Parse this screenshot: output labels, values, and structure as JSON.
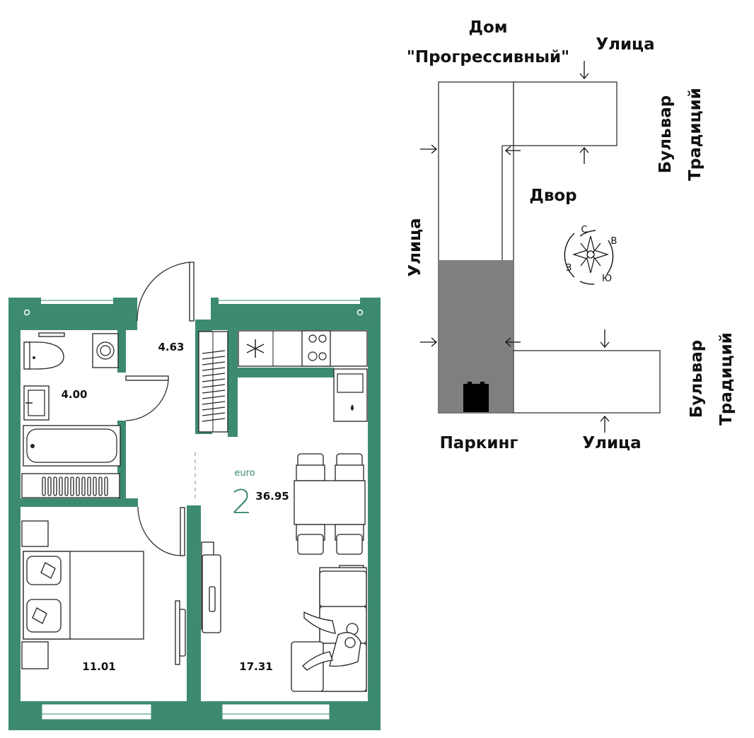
{
  "colors": {
    "wall": "#3d8a72",
    "parking": "#7f7f7f",
    "entrance_marker": "#000000",
    "text": "#111111",
    "accent_text": "#3d8a72"
  },
  "plan": {
    "rooms": [
      {
        "id": "hall",
        "area": "4.63"
      },
      {
        "id": "bathroom",
        "area": "4.00"
      },
      {
        "id": "bedroom",
        "area": "11.01"
      },
      {
        "id": "kitchen_living",
        "area": "17.31"
      }
    ],
    "apartment": {
      "type_label": "euro",
      "rooms_count": "2",
      "total_area": "36.95"
    }
  },
  "site_map": {
    "house_name_line1": "Дом",
    "house_name_line2": "\"Прогрессивный\"",
    "street_top": "Улица",
    "street_left": "Улица",
    "street_bottom": "Улица",
    "boulevard_top_line1": "Бульвар",
    "boulevard_top_line2": "Традиций",
    "boulevard_bottom_line1": "Бульвар",
    "boulevard_bottom_line2": "Традиций",
    "yard": "Двор",
    "parking": "Паркинг",
    "compass": {
      "north": "С",
      "east": "В",
      "south": "Ю",
      "west": "З"
    }
  },
  "icons": [
    "snowflake-icon",
    "compass-rose-icon",
    "entrance-arrow-icon"
  ]
}
